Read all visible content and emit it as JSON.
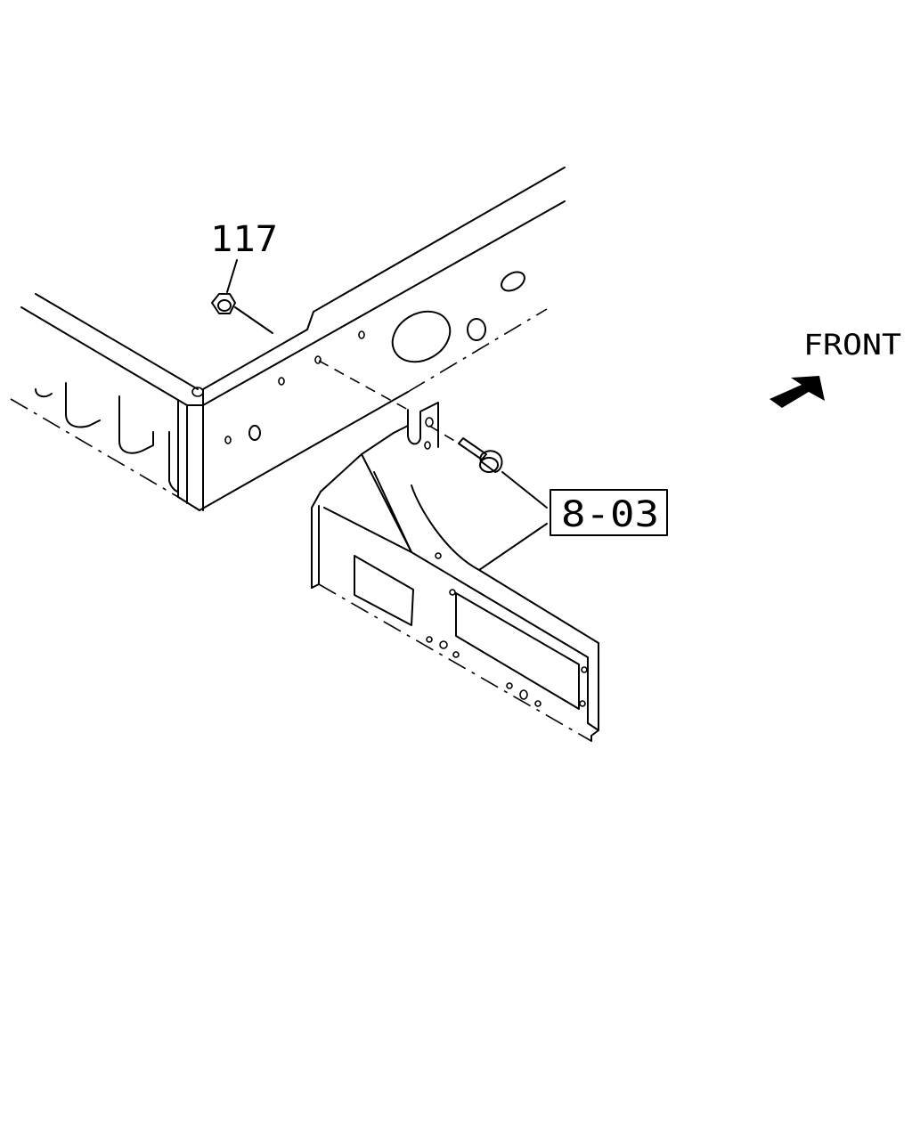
{
  "labels": {
    "part_117": "117",
    "part_803": "8-03",
    "front": "FRONT"
  },
  "icons": {
    "front_arrow": "arrow-up-right-icon"
  },
  "colors": {
    "line": "#000000",
    "background": "#ffffff"
  }
}
